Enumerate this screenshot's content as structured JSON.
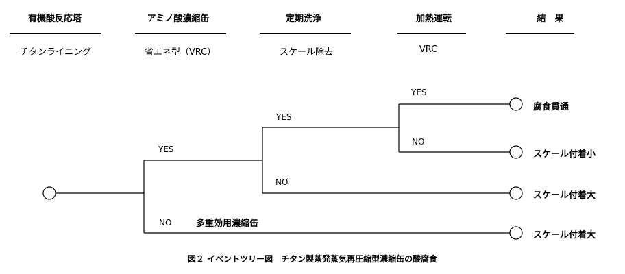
{
  "headers": [
    "有機酸反応塔",
    "アミノ酸濃縮缶",
    "定期洗浄",
    "加熱運転",
    "結　果"
  ],
  "subheaders": [
    "チタンライニング",
    "省エネ型（VRC）",
    "スケール除去",
    "VRC"
  ],
  "branches": {
    "yes1": "YES",
    "yes2": "YES",
    "yes3": "YES",
    "no3": "NO",
    "no2": "NO",
    "no1": "NO",
    "no1_note": "多重効用濃縮缶"
  },
  "results": [
    "腐食貫通",
    "スケール付着小",
    "スケール付着大",
    "スケール付着大"
  ],
  "caption": "図２  イベントツリー図　チタン製蒸発蒸気再圧縮型濃縮缶の酸腐食"
}
